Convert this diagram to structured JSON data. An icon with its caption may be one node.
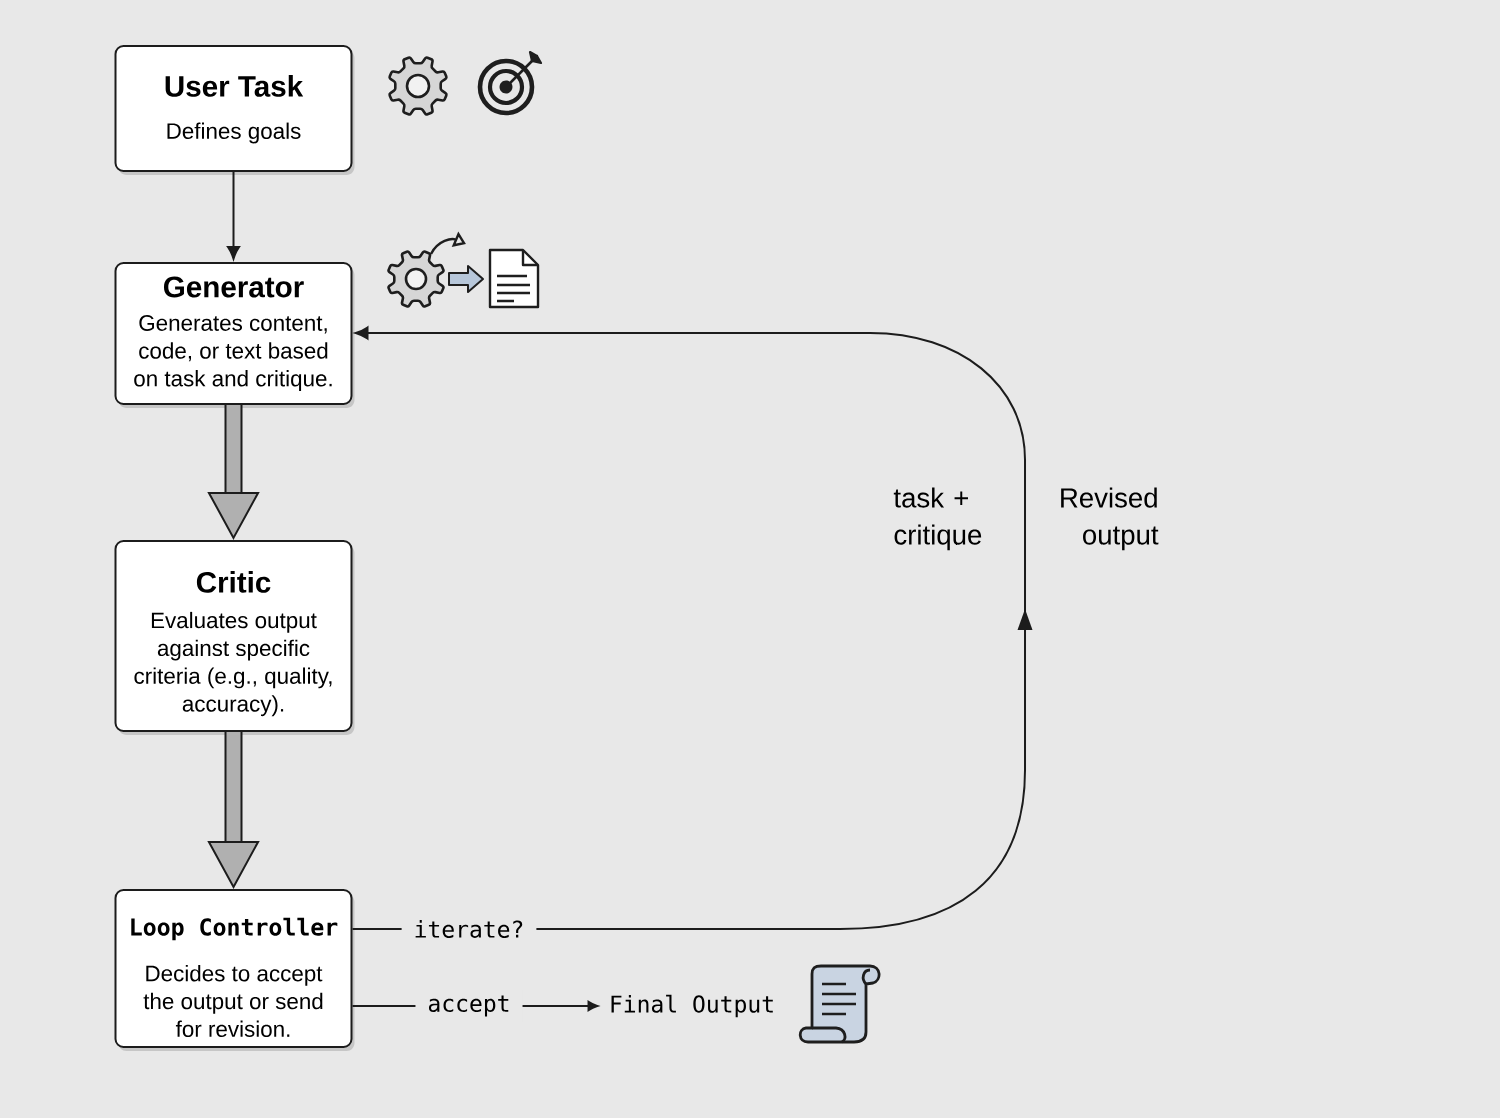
{
  "diagram": {
    "nodes": [
      {
        "text": [
          "User Task",
          "Defines goals"
        ]
      },
      {
        "text": [
          "Generator",
          "Generates content, code, or text based on task and critique."
        ]
      },
      {
        "text": [
          "Critic",
          "Evaluates output against specific criteria (e.g., quality, accuracy)."
        ]
      },
      {
        "text": [
          "Loop Controller",
          "Decides to accept the output or send for revision."
        ]
      },
      {
        "text": [
          "Final Output"
        ]
      }
    ],
    "edges": [
      {
        "from": 0,
        "to": 1,
        "arrow": "to"
      },
      {
        "from": 1,
        "to": 2,
        "arrow": "to",
        "style": "thick"
      },
      {
        "from": 2,
        "to": 3,
        "arrow": "to",
        "style": "thick"
      },
      {
        "from": 3,
        "to": 1,
        "arrow": "to",
        "label": "iterate?"
      },
      {
        "from": 3,
        "to": 4,
        "arrow": "to",
        "label": "accept"
      }
    ],
    "labels": [
      "task + critique",
      "Revised output"
    ]
  }
}
